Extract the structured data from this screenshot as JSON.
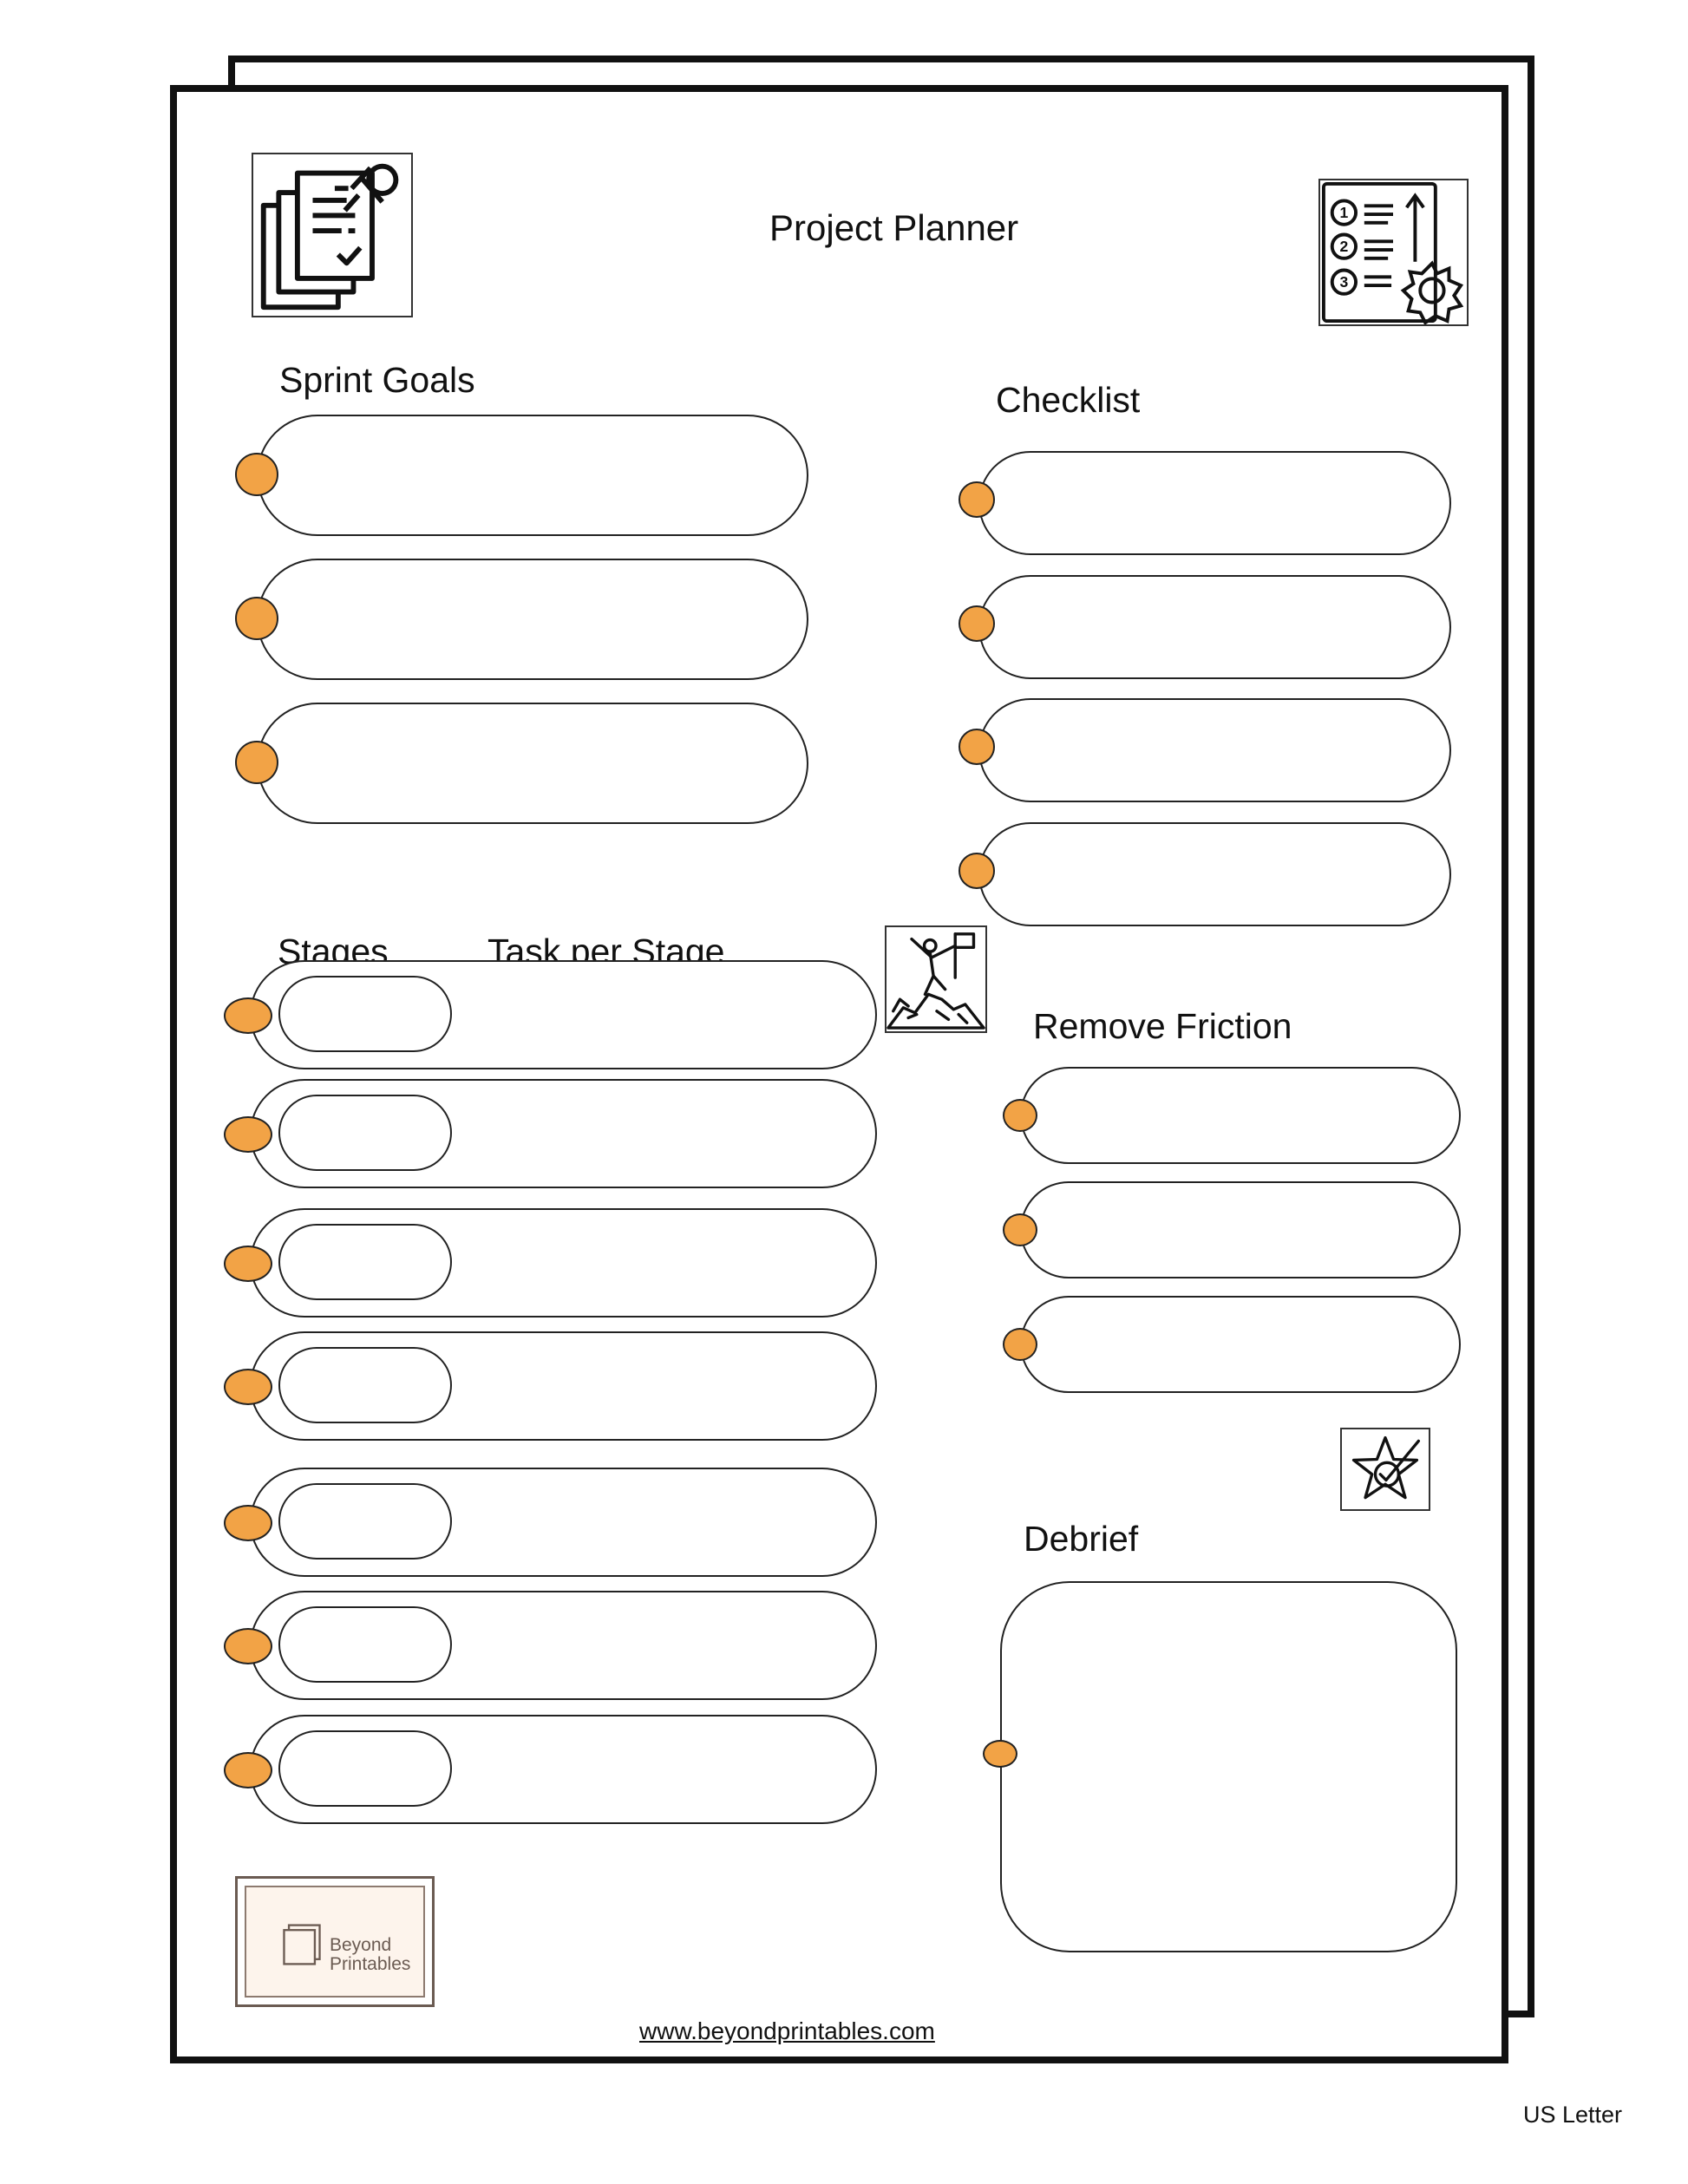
{
  "page": {
    "title": "Project Planner",
    "format_caption": "US Letter"
  },
  "sections": {
    "sprint_goals": "Sprint Goals",
    "checklist": "Checklist",
    "stages": "Stages",
    "task_per_stage": "Task per Stage",
    "remove_friction": "Remove Friction",
    "debrief": "Debrief"
  },
  "icons": {
    "header_left": "clipboard-pin-icon",
    "header_right": "numbered-list-gear-icon",
    "stages": "mountain-climber-flag-icon",
    "debrief": "star-check-icon",
    "logo": "stacked-pages-icon"
  },
  "colors": {
    "accent": "#f2a346",
    "outline": "#222222"
  },
  "footer": {
    "logo_line1": "Beyond",
    "logo_line2": "Printables",
    "url": "www.beyondprintables.com"
  }
}
